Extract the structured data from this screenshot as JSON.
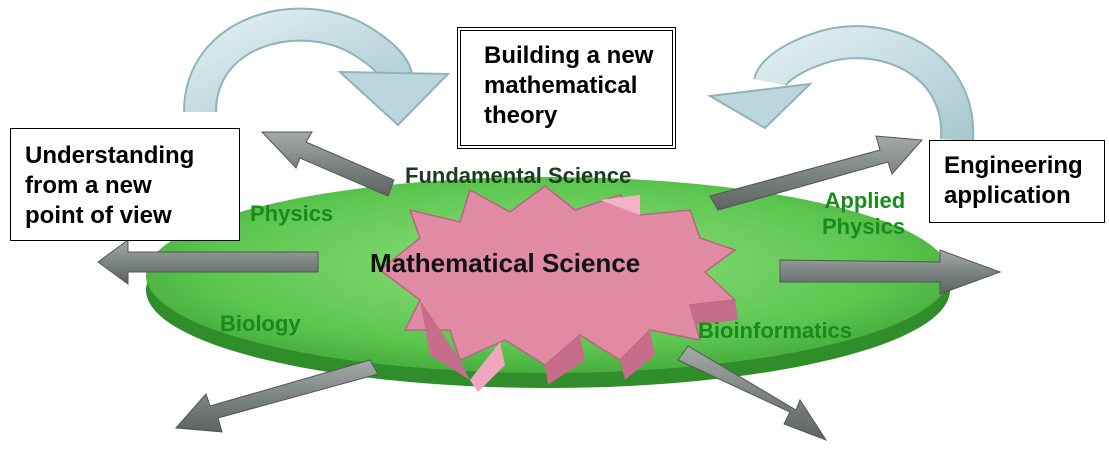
{
  "boxes": {
    "top": "Building a new\nmathematical\ntheory",
    "left": "Understanding\nfrom a new\npoint of view",
    "right": "Engineering\napplication"
  },
  "disc": {
    "fundamental_science": "Fundamental Science",
    "mathematical_science": "Mathematical Science",
    "fields": {
      "physics": "Physics",
      "biology": "Biology",
      "applied_physics": "Applied\nPhysics",
      "bioinformatics": "Bioinformatics"
    }
  },
  "colors": {
    "disc": "#5cc64f",
    "star": "#e08aa4",
    "arrow": "#7d8582",
    "curved_arrow": "#bcd7dc",
    "field_label": "#1a8a1a"
  }
}
